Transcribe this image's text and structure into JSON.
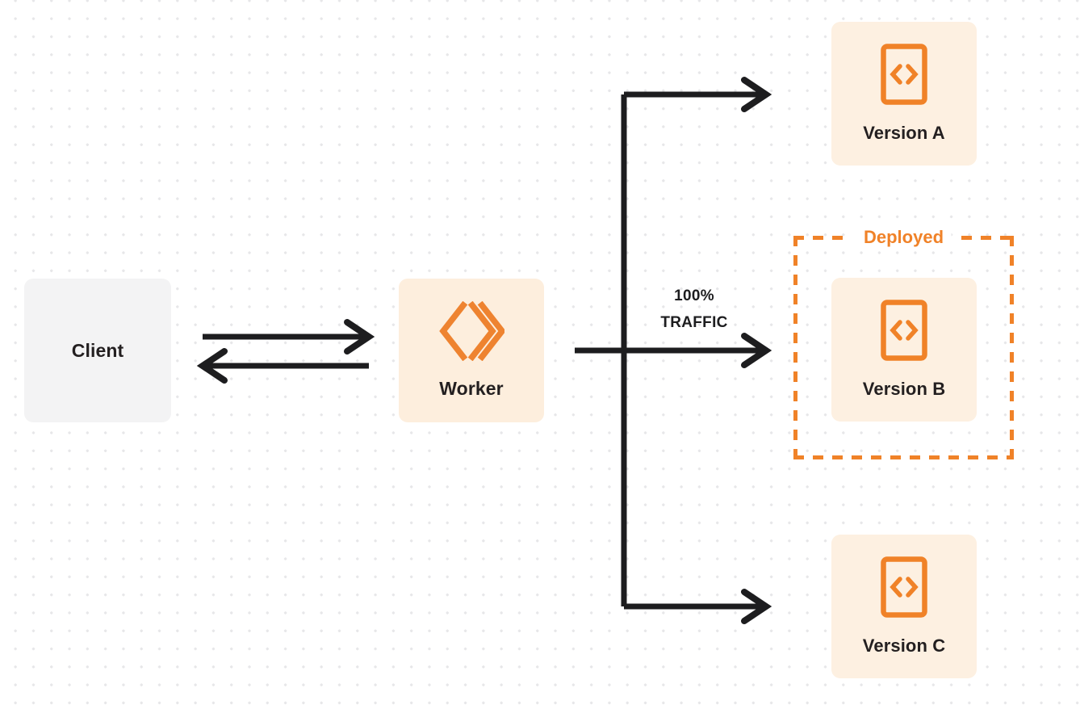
{
  "diagram": {
    "title": "Worker version traffic routing",
    "colors": {
      "accent_orange": "#f08228",
      "node_fill_orange": "#fdf0e1",
      "node_fill_gray": "#f3f3f4",
      "text_dark": "#231f20",
      "wire": "#1d1d1f",
      "dot_grid": "#e7e7e9",
      "background": "#ffffff"
    },
    "nodes": {
      "client": {
        "label": "Client",
        "icon": "none"
      },
      "worker": {
        "label": "Worker",
        "icon": "cloudflare-workers-logo"
      },
      "version_a": {
        "label": "Version A",
        "icon": "code-file-icon"
      },
      "version_b": {
        "label": "Version B",
        "icon": "code-file-icon"
      },
      "version_c": {
        "label": "Version C",
        "icon": "code-file-icon"
      }
    },
    "deployed_group": {
      "label": "Deployed",
      "contains": "Version B",
      "border_style": "dashed"
    },
    "traffic": {
      "percent": "100%",
      "unit": "TRAFFIC",
      "target": "Version B"
    },
    "edges": [
      {
        "from": "Client",
        "to": "Worker",
        "direction": "right"
      },
      {
        "from": "Worker",
        "to": "Client",
        "direction": "left"
      },
      {
        "from": "Worker",
        "to": "Version A",
        "direction": "right"
      },
      {
        "from": "Worker",
        "to": "Version B",
        "direction": "right"
      },
      {
        "from": "Worker",
        "to": "Version C",
        "direction": "right"
      }
    ]
  }
}
